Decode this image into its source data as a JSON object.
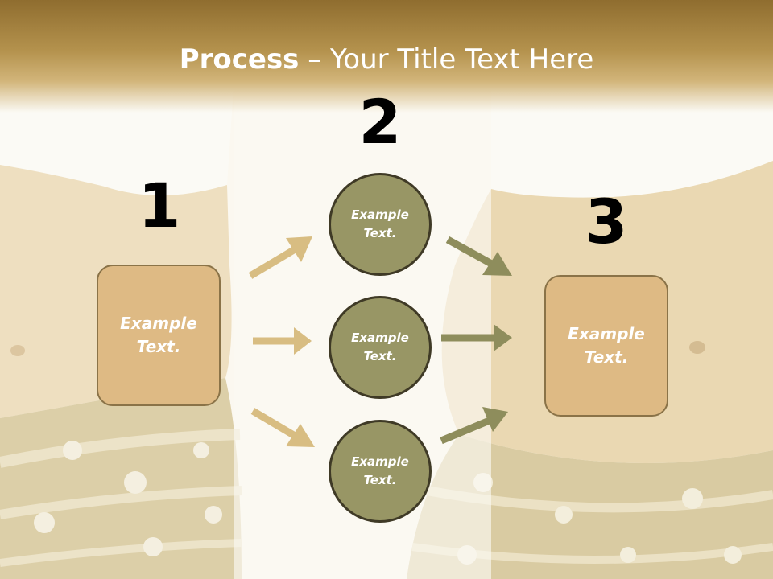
{
  "title": {
    "bold": "Process",
    "rest": " – Your Title Text Here"
  },
  "steps": {
    "one": {
      "number": "1",
      "line1": "Example",
      "line2": "Text."
    },
    "two": {
      "number": "2"
    },
    "three": {
      "number": "3",
      "line1": "Example",
      "line2": "Text."
    }
  },
  "circles": [
    {
      "line1": "Example",
      "line2": "Text."
    },
    {
      "line1": "Example",
      "line2": "Text."
    },
    {
      "line1": "Example",
      "line2": "Text."
    }
  ],
  "colors": {
    "header": "#b4924d",
    "box_fill": "#deba84",
    "circle_fill": "#989665",
    "arrow_tan": "#d8bd82",
    "arrow_olive": "#8e8d5c"
  }
}
